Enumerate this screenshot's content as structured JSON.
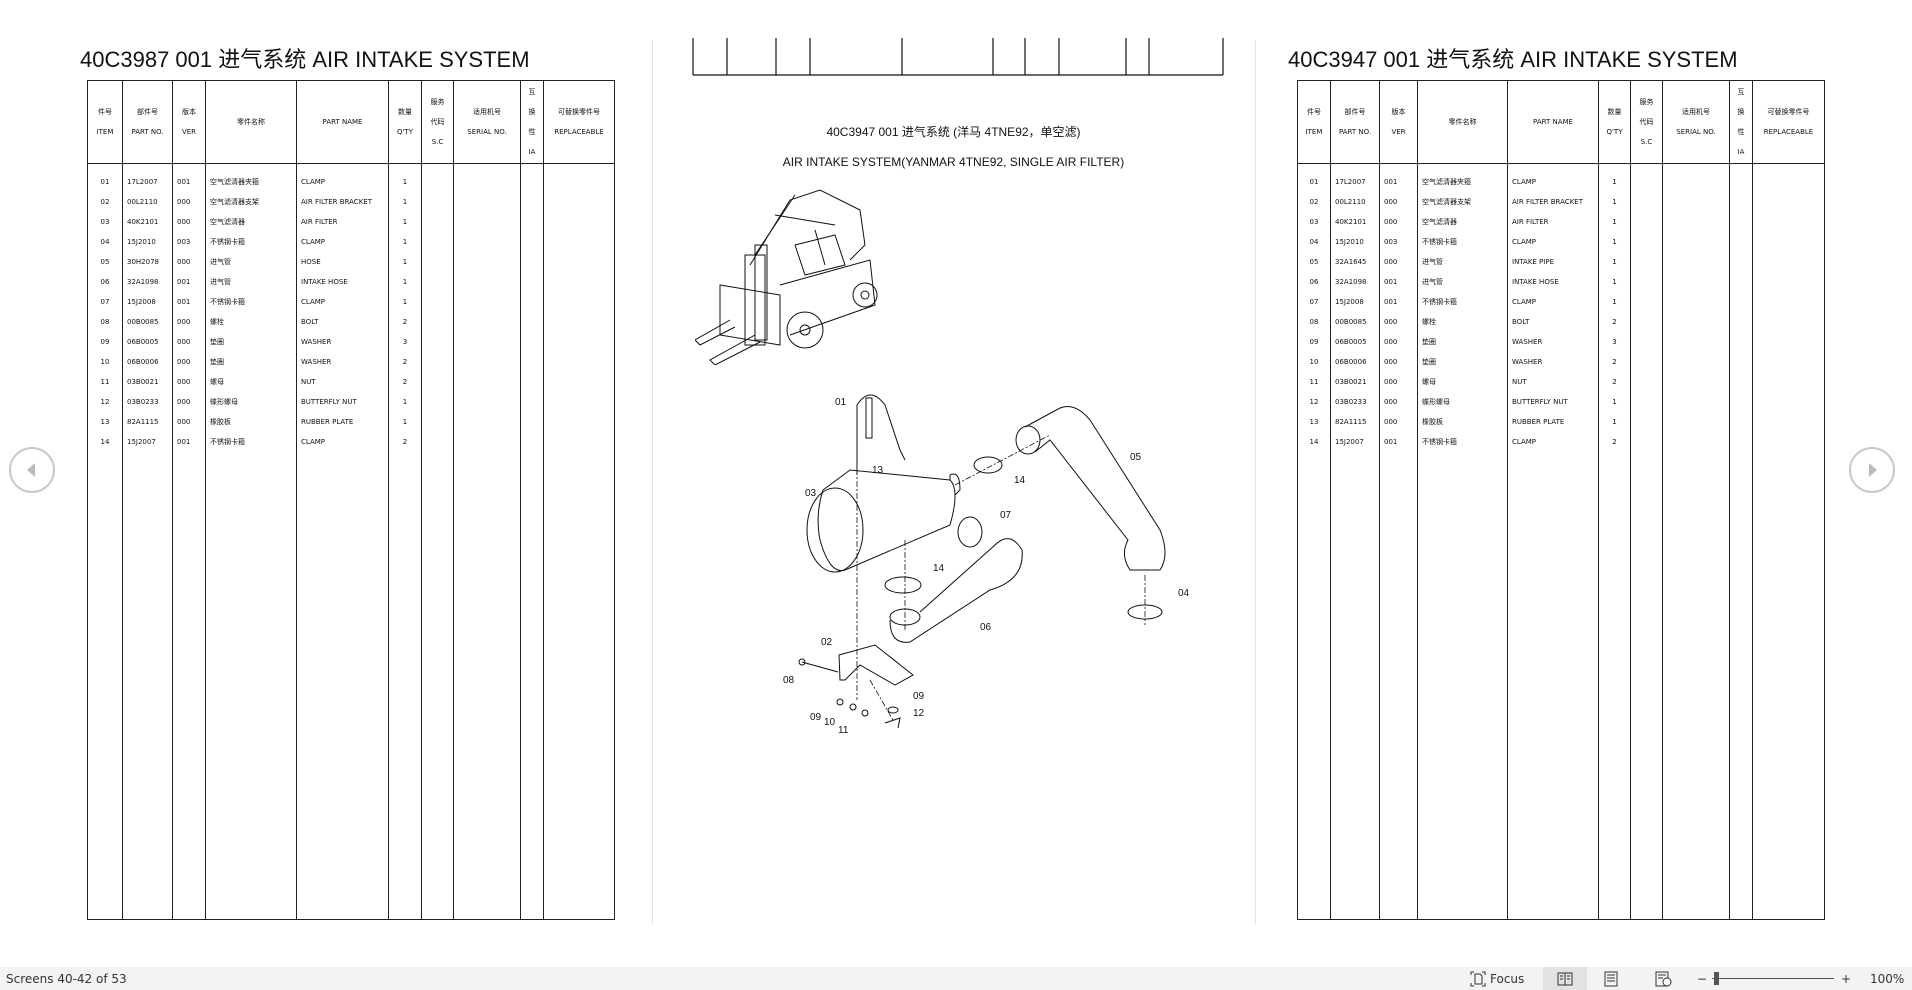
{
  "left_page": {
    "title": "40C3987 001  进气系统  AIR INTAKE SYSTEM",
    "rows": [
      [
        "01",
        "17L2007",
        "001",
        "空气滤清器夹箍",
        "CLAMP",
        "1"
      ],
      [
        "02",
        "00L2110",
        "000",
        "空气滤清器支架",
        "AIR FILTER BRACKET",
        "1"
      ],
      [
        "03",
        "40K2101",
        "000",
        "空气滤清器",
        "AIR FILTER",
        "1"
      ],
      [
        "04",
        "15J2010",
        "003",
        "不锈钢卡箍",
        "CLAMP",
        "1"
      ],
      [
        "05",
        "30H2078",
        "000",
        "进气管",
        "HOSE",
        "1"
      ],
      [
        "06",
        "32A1098",
        "001",
        "进气管",
        "INTAKE HOSE",
        "1"
      ],
      [
        "07",
        "15J2008",
        "001",
        "不锈钢卡箍",
        "CLAMP",
        "1"
      ],
      [
        "08",
        "00B0085",
        "000",
        "螺栓",
        "BOLT",
        "2"
      ],
      [
        "09",
        "06B0005",
        "000",
        "垫圈",
        "WASHER",
        "3"
      ],
      [
        "10",
        "06B0006",
        "000",
        "垫圈",
        "WASHER",
        "2"
      ],
      [
        "11",
        "03B0021",
        "000",
        "螺母",
        "NUT",
        "2"
      ],
      [
        "12",
        "03B0233",
        "000",
        "蝶形螺母",
        "BUTTERFLY NUT",
        "1"
      ],
      [
        "13",
        "82A1115",
        "000",
        "橡胶板",
        "RUBBER PLATE",
        "1"
      ],
      [
        "14",
        "15J2007",
        "001",
        "不锈钢卡箍",
        "CLAMP",
        "2"
      ]
    ]
  },
  "headers": {
    "item_cn": "件号",
    "item_en": "ITEM",
    "part_no_cn": "部件号",
    "part_no_en": "PART NO.",
    "ver_cn": "版本",
    "ver_en": "VER",
    "name_cn": "零件名称",
    "name_en": "PART NAME",
    "qty_cn": "数量",
    "qty_en": "Q'TY",
    "sc_cn1": "服务",
    "sc_cn2": "代码",
    "sc_en": "S.C",
    "serial_cn": "适用机号",
    "serial_en": "SERIAL NO.",
    "ia_cn1": "互",
    "ia_cn2": "换",
    "ia_cn3": "性",
    "ia_en": "IA",
    "repl_cn": "可替换零件号",
    "repl_en": "REPLACEABLE"
  },
  "middle_page": {
    "title_cn": "40C3947 001  进气系统 (洋马 4TNE92，单空滤)",
    "title_en": "AIR INTAKE SYSTEM(YANMAR 4TNE92, SINGLE AIR FILTER)",
    "callouts": [
      "01",
      "13",
      "14",
      "05",
      "03",
      "07",
      "14",
      "04",
      "06",
      "02",
      "08",
      "09",
      "12",
      "09",
      "10",
      "11"
    ]
  },
  "right_page": {
    "title": "40C3947 001  进气系统  AIR INTAKE SYSTEM",
    "rows": [
      [
        "01",
        "17L2007",
        "001",
        "空气滤清器夹箍",
        "CLAMP",
        "1"
      ],
      [
        "02",
        "00L2110",
        "000",
        "空气滤清器支架",
        "AIR FILTER BRACKET",
        "1"
      ],
      [
        "03",
        "40K2101",
        "000",
        "空气滤清器",
        "AIR FILTER",
        "1"
      ],
      [
        "04",
        "15J2010",
        "003",
        "不锈钢卡箍",
        "CLAMP",
        "1"
      ],
      [
        "05",
        "32A1645",
        "000",
        "进气管",
        "INTAKE PIPE",
        "1"
      ],
      [
        "06",
        "32A1098",
        "001",
        "进气管",
        "INTAKE HOSE",
        "1"
      ],
      [
        "07",
        "15J2008",
        "001",
        "不锈钢卡箍",
        "CLAMP",
        "1"
      ],
      [
        "08",
        "00B0085",
        "000",
        "螺栓",
        "BOLT",
        "2"
      ],
      [
        "09",
        "06B0005",
        "000",
        "垫圈",
        "WASHER",
        "3"
      ],
      [
        "10",
        "06B0006",
        "000",
        "垫圈",
        "WASHER",
        "2"
      ],
      [
        "11",
        "03B0021",
        "000",
        "螺母",
        "NUT",
        "2"
      ],
      [
        "12",
        "03B0233",
        "000",
        "蝶形螺母",
        "BUTTERFLY NUT",
        "1"
      ],
      [
        "13",
        "82A1115",
        "000",
        "橡胶板",
        "RUBBER PLATE",
        "1"
      ],
      [
        "14",
        "15J2007",
        "001",
        "不锈钢卡箍",
        "CLAMP",
        "2"
      ]
    ]
  },
  "status": {
    "page_info": "Screens 40-42 of 53",
    "focus_label": "Focus",
    "zoom_label": "100%",
    "zoom_value": 100
  }
}
